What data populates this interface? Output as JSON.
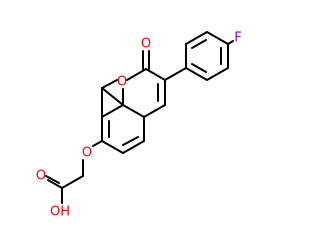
{
  "molecule": {
    "atoms": {
      "ring_oxygen": {
        "text": "O",
        "color": "#ff0000"
      },
      "carbonyl_oxygen": {
        "text": "O",
        "color": "#ff0000"
      },
      "ether_oxygen": {
        "text": "O",
        "color": "#ff0000"
      },
      "acid_carbonyl_oxygen": {
        "text": "O",
        "color": "#ff0000"
      },
      "hydroxyl": {
        "text": "OH",
        "color": "#ff0000"
      },
      "fluorine": {
        "text": "F",
        "color": "#9400d3"
      }
    },
    "bond_color": "#000000"
  }
}
